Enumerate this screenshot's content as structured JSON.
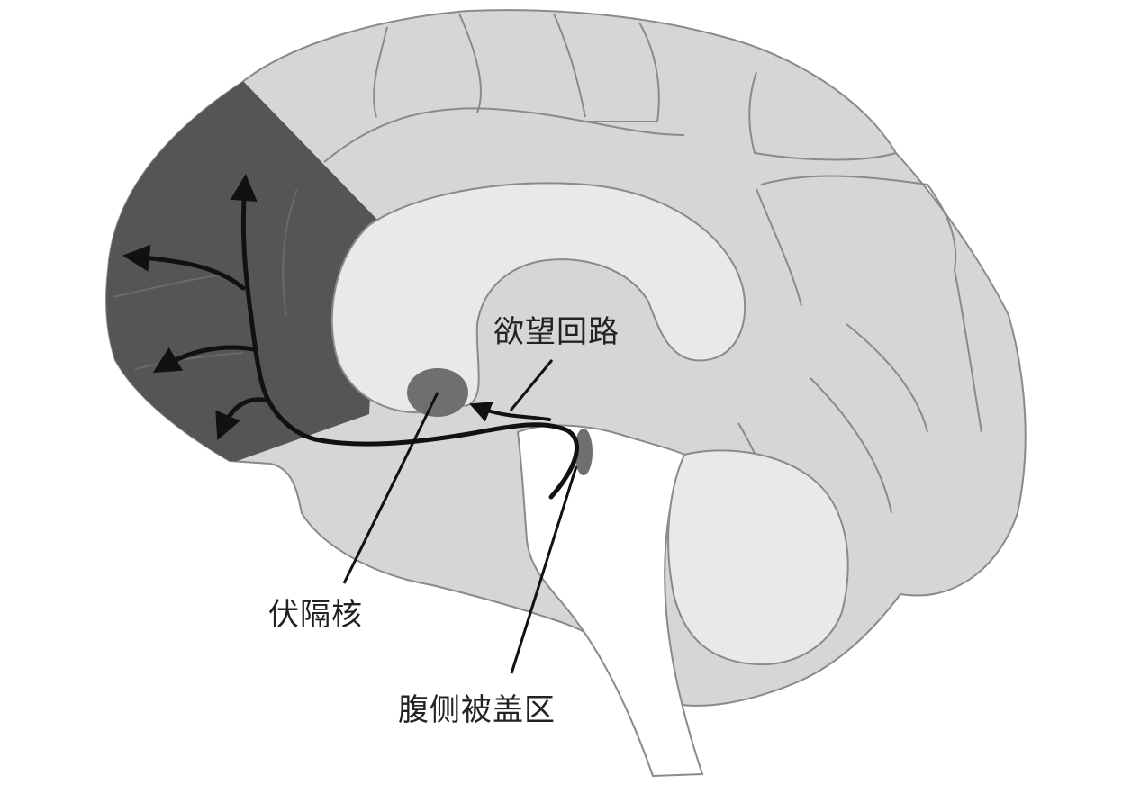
{
  "labels": {
    "reward_pathway": "欲望回路",
    "nucleus_accumbens": "伏隔核",
    "ventral_tegmental_area": "腹侧被盖区"
  },
  "colors": {
    "background": "#ffffff",
    "cortex_fill": "#d6d6d6",
    "inner_fill": "#e9e9e9",
    "prefrontal_dark": "#555555",
    "nucleus_fill": "#6f6f6f",
    "outline": "#8a8a8a",
    "pathway": "#111111"
  },
  "icons": {
    "pathway_arrowheads": "arrowhead"
  }
}
